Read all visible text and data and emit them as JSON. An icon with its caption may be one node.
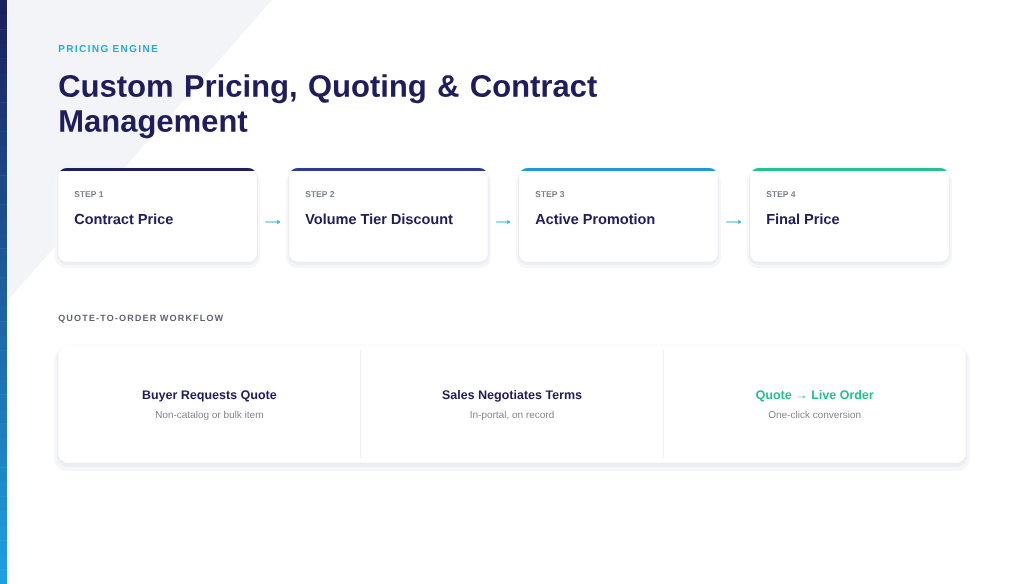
{
  "diagram": {
    "title": "Custom Pricing, Quoting & Contract Management",
    "nodes": [
      {
        "text": [
          "STEP 1",
          "Contract Price"
        ]
      },
      {
        "text": [
          "STEP 2",
          "Volume Tier Discount"
        ]
      },
      {
        "text": [
          "STEP 3",
          "Active Promotion"
        ]
      },
      {
        "text": [
          "STEP 4",
          "Final Price"
        ]
      },
      {
        "text": [
          "QUOTE-TO-ORDER WORKFLOW"
        ]
      },
      {
        "text": [
          "Buyer Requests Quote",
          "Non-catalog or bulk item"
        ],
        "in": 4
      },
      {
        "text": [
          "Sales Negotiates Terms",
          "In-portal, on record"
        ],
        "in": 4
      },
      {
        "text": [
          "Quote → Live Order",
          "One-click conversion"
        ],
        "in": 4
      }
    ],
    "edges": [
      {
        "from": 0,
        "to": 1,
        "arrow": "to"
      },
      {
        "from": 1,
        "to": 2,
        "arrow": "to"
      },
      {
        "from": 2,
        "to": 3,
        "arrow": "to"
      }
    ],
    "labels": [
      "PRICING ENGINE"
    ]
  }
}
